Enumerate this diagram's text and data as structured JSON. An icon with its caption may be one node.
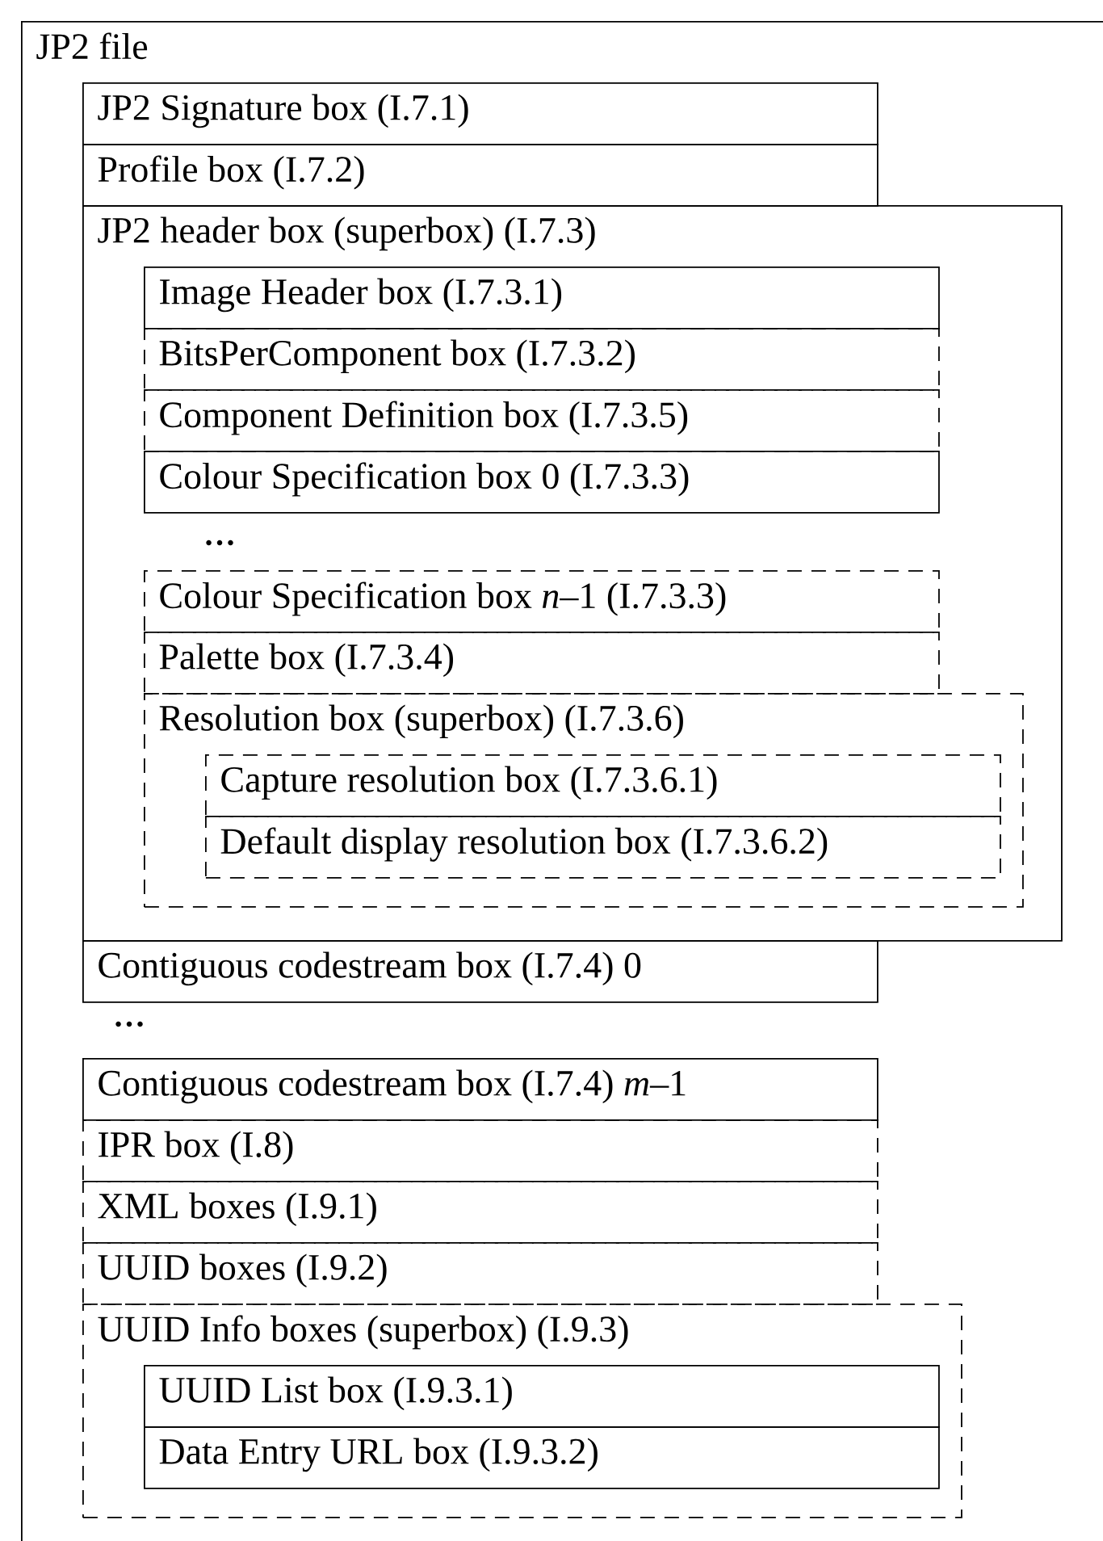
{
  "diagram": {
    "nodes": [
      {
        "text": [
          "JP2 file"
        ]
      },
      {
        "text": [
          "JP2 Signature box (I.7.1)"
        ],
        "in": 0
      },
      {
        "text": [
          "Profile box (I.7.2)"
        ],
        "in": 0
      },
      {
        "text": [
          "JP2 header box (superbox) (I.7.3)"
        ],
        "in": 0
      },
      {
        "text": [
          "Image Header box (I.7.3.1)"
        ],
        "in": 3
      },
      {
        "text": [
          "BitsPerComponent box (I.7.3.2)"
        ],
        "in": 3
      },
      {
        "text": [
          "Component Definition box (I.7.3.5)"
        ],
        "in": 3
      },
      {
        "text": [
          "Colour Specification box 0 (I.7.3.3)"
        ],
        "in": 3
      },
      {
        "text": [
          "Colour Specification box *n*–1 (I.7.3.3)"
        ],
        "in": 3
      },
      {
        "text": [
          "Palette box (I.7.3.4)"
        ],
        "in": 3
      },
      {
        "text": [
          "Resolution box (superbox) (I.7.3.6)"
        ],
        "in": 3
      },
      {
        "text": [
          "Capture resolution box (I.7.3.6.1)"
        ],
        "in": 10
      },
      {
        "text": [
          "Default display resolution box (I.7.3.6.2)"
        ],
        "in": 10
      },
      {
        "text": [
          "Contiguous codestream box (I.7.4) 0"
        ],
        "in": 0
      },
      {
        "text": [
          "Contiguous codestream box (I.7.4) *m*–1"
        ],
        "in": 0
      },
      {
        "text": [
          "IPR box (I.8)"
        ],
        "in": 0
      },
      {
        "text": [
          "XML boxes (I.9.1)"
        ],
        "in": 0
      },
      {
        "text": [
          "UUID boxes (I.9.2)"
        ],
        "in": 0
      },
      {
        "text": [
          "UUID Info boxes (superbox) (I.9.3)"
        ],
        "in": 0
      },
      {
        "text": [
          "UUID List box (I.9.3.1)"
        ],
        "in": 18
      },
      {
        "text": [
          "Data Entry URL box (I.9.3.2)"
        ],
        "in": 18
      }
    ],
    "labels": [
      "…",
      "…"
    ]
  }
}
